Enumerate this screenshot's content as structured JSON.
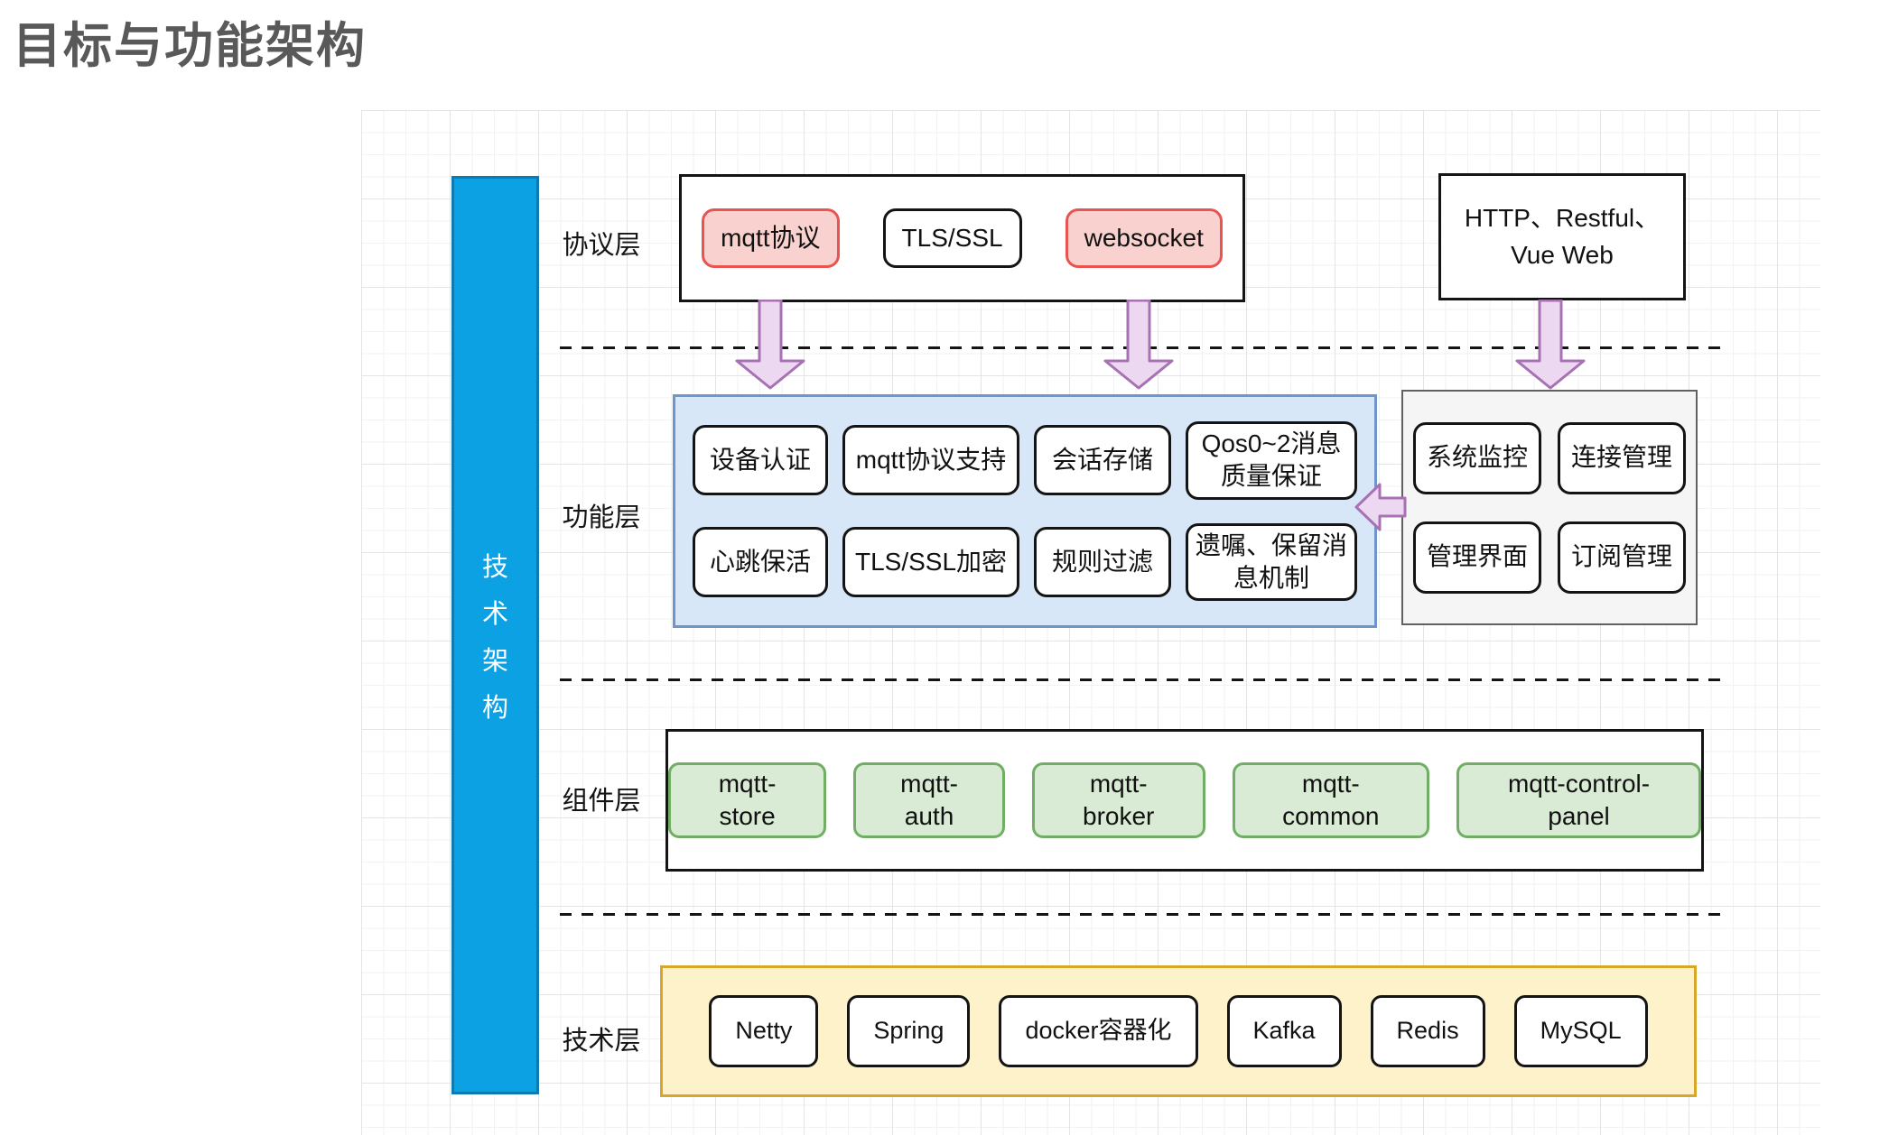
{
  "page": {
    "title": "目标与功能架构"
  },
  "sidebar": {
    "label": "技术架构",
    "chars": [
      "技",
      "术",
      "架",
      "构"
    ]
  },
  "layers": {
    "protocol": "协议层",
    "function": "功能层",
    "component": "组件层",
    "tech": "技术层"
  },
  "protocol_layer": {
    "boxes": [
      {
        "label": "mqtt协议",
        "variant": "pink"
      },
      {
        "label": "TLS/SSL",
        "variant": "white"
      },
      {
        "label": "websocket",
        "variant": "pink"
      }
    ],
    "http_box": "HTTP、Restful、\nVue Web"
  },
  "function_layer": {
    "core": {
      "rows": [
        [
          "设备认证",
          "mqtt协议支持",
          "会话存储",
          "Qos0~2消息\n质量保证"
        ],
        [
          "心跳保活",
          "TLS/SSL加密",
          "规则过滤",
          "遗嘱、保留消\n息机制"
        ]
      ]
    },
    "management": {
      "rows": [
        [
          "系统监控",
          "连接管理"
        ],
        [
          "管理界面",
          "订阅管理"
        ]
      ]
    }
  },
  "component_layer": {
    "boxes": [
      "mqtt-store",
      "mqtt-auth",
      "mqtt-broker",
      "mqtt-common",
      "mqtt-control-panel"
    ]
  },
  "tech_layer": {
    "boxes": [
      "Netty",
      "Spring",
      "docker容器化",
      "Kafka",
      "Redis",
      "MySQL"
    ]
  },
  "colors": {
    "sidebar_blue": "#0ba1e2",
    "pink_fill": "#f9d1cf",
    "pink_border": "#e85450",
    "function_panel_fill": "#d7e7f8",
    "function_panel_border": "#6e96c8",
    "management_panel_fill": "#f5f5f5",
    "green_fill": "#d9ead5",
    "green_border": "#6fae63",
    "yellow_fill": "#fdf2ca",
    "yellow_border": "#d8a62a",
    "arrow_fill": "#ecd9f1",
    "arrow_border": "#a771b3",
    "title_gray": "#595959"
  }
}
